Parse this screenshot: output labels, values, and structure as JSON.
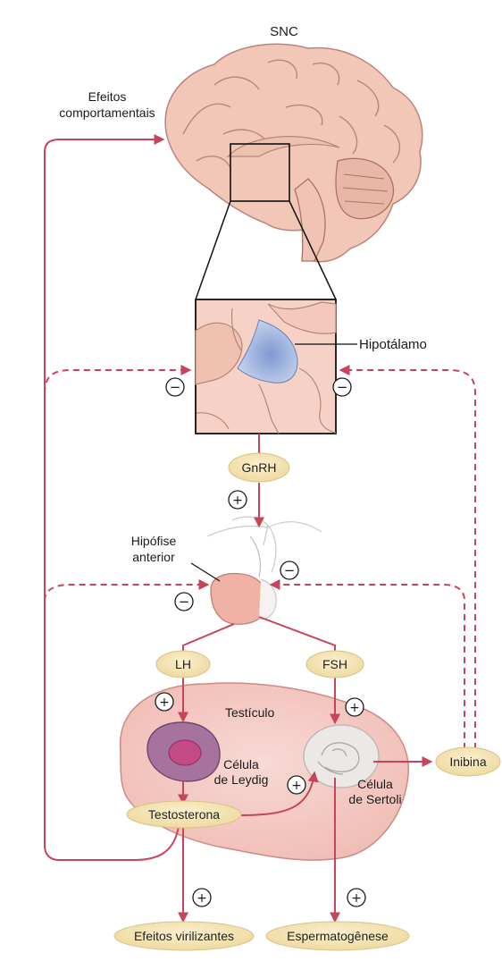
{
  "labels": {
    "snc": "SNC",
    "behavioral_effects_line1": "Efeitos",
    "behavioral_effects_line2": "comportamentais",
    "hypothalamus": "Hipotálamo",
    "pituitary_line1": "Hipófise",
    "pituitary_line2": "anterior",
    "testis": "Testículo",
    "leydig_line1": "Célula",
    "leydig_line2": "de Leydig",
    "sertoli_line1": "Célula",
    "sertoli_line2": "de Sertoli"
  },
  "hormones": {
    "gnrh": "GnRH",
    "lh": "LH",
    "fsh": "FSH",
    "testosterone": "Testosterona",
    "inhibin": "Inibina"
  },
  "outcomes": {
    "virilizing": "Efeitos virilizantes",
    "spermatogenesis": "Espermatogênese"
  },
  "signs": {
    "plus": "+",
    "minus": "−"
  },
  "colors": {
    "arrow": "#c8445a",
    "pill_fill": "#f4e4b5",
    "brain_fill": "#f2c7b7",
    "testis_fill": "#f6d0cb",
    "hypothalamus_fill": "#8fa8d8"
  }
}
